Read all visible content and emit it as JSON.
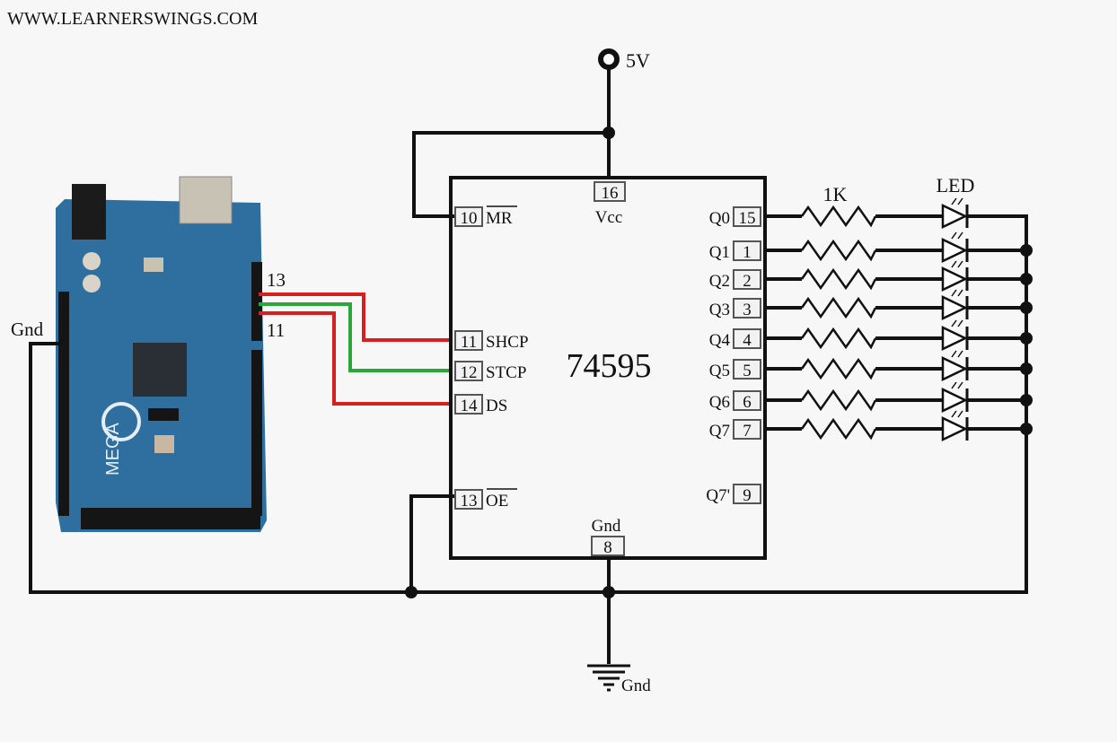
{
  "watermark": "WWW.LEARNERSWINGS.COM",
  "supply": {
    "label": "5V"
  },
  "ground": {
    "label": "Gnd"
  },
  "ic": {
    "name": "74595",
    "vcc": {
      "pin": "16",
      "label": "Vcc"
    },
    "gnd": {
      "pin": "8",
      "label": "Gnd"
    },
    "left_pins": [
      {
        "pin": "10",
        "label": "MR",
        "overline": true
      },
      {
        "pin": "11",
        "label": "SHCP"
      },
      {
        "pin": "12",
        "label": "STCP"
      },
      {
        "pin": "14",
        "label": "DS"
      },
      {
        "pin": "13",
        "label": "OE",
        "overline": true
      }
    ],
    "right_pins": [
      {
        "pin": "15",
        "label": "Q0"
      },
      {
        "pin": "1",
        "label": "Q1"
      },
      {
        "pin": "2",
        "label": "Q2"
      },
      {
        "pin": "3",
        "label": "Q3"
      },
      {
        "pin": "4",
        "label": "Q4"
      },
      {
        "pin": "5",
        "label": "Q5"
      },
      {
        "pin": "6",
        "label": "Q6"
      },
      {
        "pin": "7",
        "label": "Q7"
      },
      {
        "pin": "9",
        "label": "Q7'"
      }
    ]
  },
  "resistor": {
    "label": "1K"
  },
  "led": {
    "label": "LED"
  },
  "arduino": {
    "gnd_label": "Gnd",
    "pin_top_label": "13",
    "pin_bottom_label": "11",
    "board_text": "MEGA",
    "board_color": "#2f6f9f"
  },
  "wires": {
    "shcp_color": "#d61f1f",
    "stcp_color": "#2aa63a",
    "ds_color": "#d61f1f"
  }
}
